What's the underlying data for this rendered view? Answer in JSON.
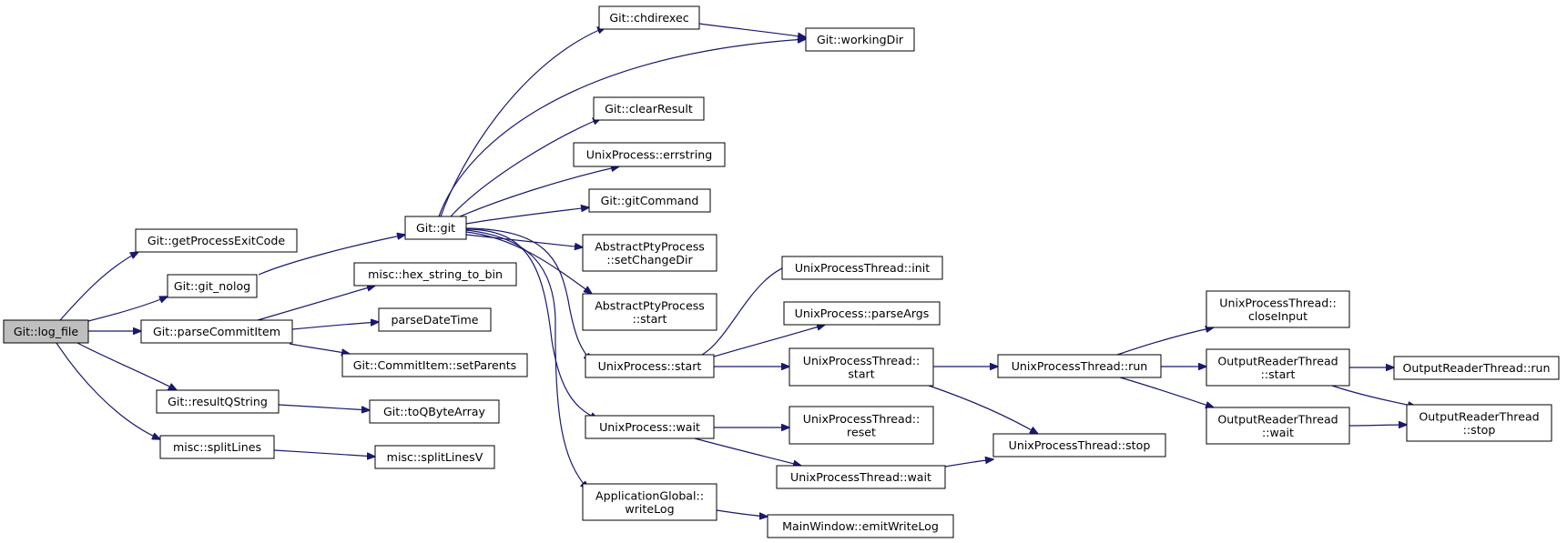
{
  "nodes": [
    {
      "id": "log_file",
      "lines": [
        "Git::log_file"
      ],
      "focus": true
    },
    {
      "id": "getProcessExitCode",
      "lines": [
        "Git::getProcessExitCode"
      ]
    },
    {
      "id": "git_nolog",
      "lines": [
        "Git::git_nolog"
      ]
    },
    {
      "id": "parseCommitItem",
      "lines": [
        "Git::parseCommitItem"
      ]
    },
    {
      "id": "resultQString",
      "lines": [
        "Git::resultQString"
      ]
    },
    {
      "id": "splitLines",
      "lines": [
        "misc::splitLines"
      ]
    },
    {
      "id": "git",
      "lines": [
        "Git::git"
      ]
    },
    {
      "id": "hex_string_to_bin",
      "lines": [
        "misc::hex_string_to_bin"
      ]
    },
    {
      "id": "parseDateTime",
      "lines": [
        "parseDateTime"
      ]
    },
    {
      "id": "setParents",
      "lines": [
        "Git::CommitItem::setParents"
      ]
    },
    {
      "id": "toQByteArray",
      "lines": [
        "Git::toQByteArray"
      ]
    },
    {
      "id": "splitLinesV",
      "lines": [
        "misc::splitLinesV"
      ]
    },
    {
      "id": "chdirexec",
      "lines": [
        "Git::chdirexec"
      ]
    },
    {
      "id": "workingDir",
      "lines": [
        "Git::workingDir"
      ]
    },
    {
      "id": "clearResult",
      "lines": [
        "Git::clearResult"
      ]
    },
    {
      "id": "errstring",
      "lines": [
        "UnixProcess::errstring"
      ]
    },
    {
      "id": "gitCommand",
      "lines": [
        "Git::gitCommand"
      ]
    },
    {
      "id": "setChangeDir",
      "lines": [
        "AbstractPtyProcess",
        "::setChangeDir"
      ]
    },
    {
      "id": "aptyStart",
      "lines": [
        "AbstractPtyProcess",
        "::start"
      ]
    },
    {
      "id": "upStart",
      "lines": [
        "UnixProcess::start"
      ]
    },
    {
      "id": "upWait",
      "lines": [
        "UnixProcess::wait"
      ]
    },
    {
      "id": "writeLog",
      "lines": [
        "ApplicationGlobal::",
        "writeLog"
      ]
    },
    {
      "id": "uptInit",
      "lines": [
        "UnixProcessThread::init"
      ]
    },
    {
      "id": "parseArgs",
      "lines": [
        "UnixProcess::parseArgs"
      ]
    },
    {
      "id": "uptStart",
      "lines": [
        "UnixProcessThread::",
        "start"
      ]
    },
    {
      "id": "uptReset",
      "lines": [
        "UnixProcessThread::",
        "reset"
      ]
    },
    {
      "id": "uptWait",
      "lines": [
        "UnixProcessThread::wait"
      ]
    },
    {
      "id": "emitWriteLog",
      "lines": [
        "MainWindow::emitWriteLog"
      ]
    },
    {
      "id": "uptRun",
      "lines": [
        "UnixProcessThread::run"
      ]
    },
    {
      "id": "uptStop",
      "lines": [
        "UnixProcessThread::stop"
      ]
    },
    {
      "id": "closeInput",
      "lines": [
        "UnixProcessThread::",
        "closeInput"
      ]
    },
    {
      "id": "ortStart",
      "lines": [
        "OutputReaderThread",
        "::start"
      ]
    },
    {
      "id": "ortWait",
      "lines": [
        "OutputReaderThread",
        "::wait"
      ]
    },
    {
      "id": "ortRun",
      "lines": [
        "OutputReaderThread::run"
      ]
    },
    {
      "id": "ortStop",
      "lines": [
        "OutputReaderThread",
        "::stop"
      ]
    }
  ],
  "edges": [
    [
      "log_file",
      "getProcessExitCode"
    ],
    [
      "log_file",
      "git_nolog"
    ],
    [
      "log_file",
      "parseCommitItem"
    ],
    [
      "log_file",
      "resultQString"
    ],
    [
      "log_file",
      "splitLines"
    ],
    [
      "git_nolog",
      "git"
    ],
    [
      "parseCommitItem",
      "hex_string_to_bin"
    ],
    [
      "parseCommitItem",
      "parseDateTime"
    ],
    [
      "parseCommitItem",
      "setParents"
    ],
    [
      "resultQString",
      "toQByteArray"
    ],
    [
      "splitLines",
      "splitLinesV"
    ],
    [
      "git",
      "chdirexec"
    ],
    [
      "git",
      "workingDir"
    ],
    [
      "git",
      "clearResult"
    ],
    [
      "git",
      "errstring"
    ],
    [
      "git",
      "gitCommand"
    ],
    [
      "git",
      "setChangeDir"
    ],
    [
      "git",
      "aptyStart"
    ],
    [
      "git",
      "upStart"
    ],
    [
      "git",
      "upWait"
    ],
    [
      "git",
      "writeLog"
    ],
    [
      "chdirexec",
      "workingDir"
    ],
    [
      "upStart",
      "uptInit"
    ],
    [
      "upStart",
      "parseArgs"
    ],
    [
      "upStart",
      "uptStart"
    ],
    [
      "upWait",
      "uptReset"
    ],
    [
      "upWait",
      "uptWait"
    ],
    [
      "writeLog",
      "emitWriteLog"
    ],
    [
      "uptStart",
      "uptRun"
    ],
    [
      "uptStart",
      "uptStop"
    ],
    [
      "uptWait",
      "uptStop"
    ],
    [
      "uptRun",
      "closeInput"
    ],
    [
      "uptRun",
      "ortStart"
    ],
    [
      "uptRun",
      "ortWait"
    ],
    [
      "ortStart",
      "ortRun"
    ],
    [
      "ortStart",
      "ortStop"
    ],
    [
      "ortWait",
      "ortStop"
    ]
  ],
  "colors": {
    "edge": "#191970",
    "node_fill": "#ffffff",
    "focus_fill": "#bfbfbf",
    "border": "#000000"
  }
}
